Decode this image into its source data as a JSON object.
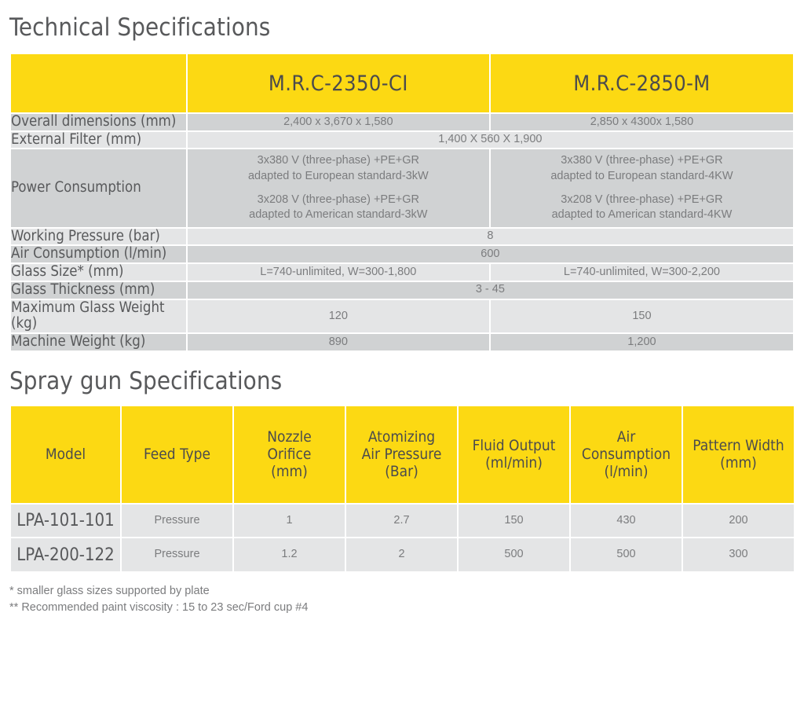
{
  "technical": {
    "title": "Technical Specifications",
    "accent_color": "#FCD913",
    "row_dark_color": "#D0D2D3",
    "row_light_color": "#E4E5E6",
    "columns": [
      "",
      "M.R.C-2350-CI",
      "M.R.C-2850-M"
    ],
    "rows": [
      {
        "label": "Overall dimensions (mm)",
        "span": false,
        "values": [
          "2,400 x 3,670 x 1,580",
          "2,850 x 4300x 1,580"
        ]
      },
      {
        "label": "External Filter (mm)",
        "span": true,
        "values": [
          "1,400 X 560 X 1,900"
        ]
      },
      {
        "label": "Power Consumption",
        "span": false,
        "values_multiline": [
          [
            "3x380 V (three-phase) +PE+GR",
            "adapted to European standard-3kW",
            "3x208 V (three-phase) +PE+GR",
            "adapted to American standard-3kW"
          ],
          [
            "3x380 V (three-phase) +PE+GR",
            "adapted to European standard-4KW",
            "3x208 V (three-phase) +PE+GR",
            "adapted to American standard-4KW"
          ]
        ]
      },
      {
        "label": "Working Pressure (bar)",
        "span": true,
        "values": [
          "8"
        ]
      },
      {
        "label": "Air Consumption (l/min)",
        "span": true,
        "values": [
          "600"
        ]
      },
      {
        "label": "Glass Size*  (mm)",
        "span": false,
        "values": [
          "L=740-unlimited, W=300-1,800",
          "L=740-unlimited, W=300-2,200"
        ]
      },
      {
        "label": "Glass Thickness (mm)",
        "span": true,
        "values": [
          "3 - 45"
        ]
      },
      {
        "label": "Maximum Glass Weight (kg)",
        "span": false,
        "values": [
          "120",
          "150"
        ]
      },
      {
        "label": "Machine Weight (kg)",
        "span": false,
        "values": [
          "890",
          "1,200"
        ]
      }
    ]
  },
  "spray": {
    "title": "Spray gun Specifications",
    "columns": [
      {
        "lines": [
          "Model"
        ]
      },
      {
        "lines": [
          "Feed Type"
        ]
      },
      {
        "lines": [
          "Nozzle",
          "Orifice",
          "(mm)"
        ]
      },
      {
        "lines": [
          "Atomizing",
          "Air Pressure",
          "(Bar)"
        ]
      },
      {
        "lines": [
          "Fluid Output",
          "(ml/min)"
        ]
      },
      {
        "lines": [
          "Air",
          "Consumption",
          "(l/min)"
        ]
      },
      {
        "lines": [
          "Pattern Width",
          "(mm)"
        ]
      }
    ],
    "rows": [
      {
        "cells": [
          "LPA-101-101",
          "Pressure",
          "1",
          "2.7",
          "150",
          "430",
          "200"
        ]
      },
      {
        "cells": [
          "LPA-200-122",
          "Pressure",
          "1.2",
          "2",
          "500",
          "500",
          "300"
        ]
      }
    ]
  },
  "footnotes": [
    "* smaller glass sizes supported by plate",
    "** Recommended paint viscosity : 15 to 23 sec/Ford cup #4"
  ]
}
